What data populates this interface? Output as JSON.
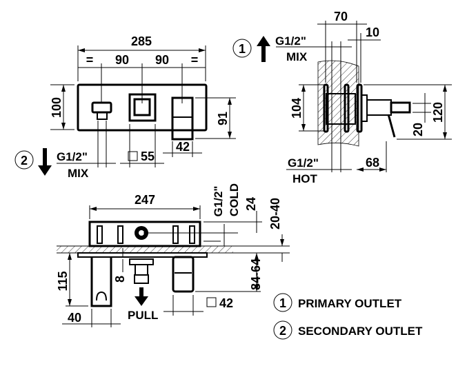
{
  "front_view": {
    "overall_width": "285",
    "equal_left": "=",
    "spacing_1": "90",
    "spacing_2": "90",
    "equal_right": "=",
    "height": "100",
    "lever_height": "91",
    "lever_width": "42",
    "square_size": "55",
    "outlet_thread": "G1/2\"",
    "outlet_label": "MIX",
    "outlet_number": "2"
  },
  "side_view": {
    "depth": "70",
    "offset": "10",
    "outlet_thread": "G1/2\"",
    "outlet_label": "MIX",
    "outlet_number": "1",
    "body_height": "104",
    "plate_height": "120",
    "lever_offset": "20",
    "inlet_thread": "G1/2\"",
    "inlet_label": "HOT",
    "projection": "68"
  },
  "top_view": {
    "body_width": "247",
    "inlet_thread": "G1/2\"",
    "inlet_label": "COLD",
    "inlet_offset": "24",
    "wall_range": "20-40",
    "projection_range": "84-64",
    "hook_height": "115",
    "gap": "8",
    "hook_width": "40",
    "pull_label": "PULL",
    "lever_square": "42"
  },
  "legend": [
    {
      "number": "1",
      "label": "PRIMARY OUTLET"
    },
    {
      "number": "2",
      "label": "SECONDARY OUTLET"
    }
  ]
}
